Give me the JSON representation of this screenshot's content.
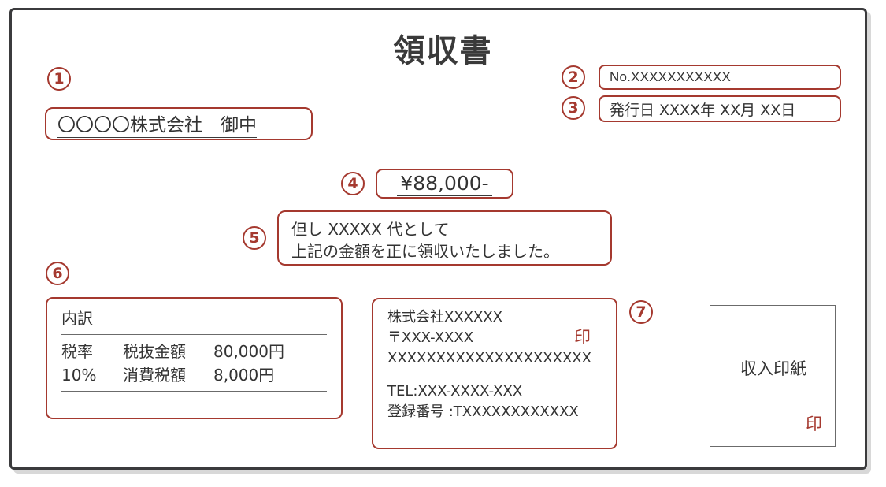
{
  "document": {
    "title": "領収書"
  },
  "markers": {
    "m1": "1",
    "m2": "2",
    "m3": "3",
    "m4": "4",
    "m5": "5",
    "m6": "6",
    "m7": "7"
  },
  "addressee": {
    "text": "〇〇〇〇株式会社　御中"
  },
  "receipt_no": {
    "text": "No.XXXXXXXXXXX"
  },
  "issue_date": {
    "text": "発行日 XXXX年 XX月 XX日"
  },
  "amount": {
    "text": "¥88,000-"
  },
  "purpose": {
    "line1": "但し XXXXX 代として",
    "line2": "上記の金額を正に領収いたしました。"
  },
  "breakdown": {
    "title": "内訳",
    "rows": [
      {
        "rate": "税率",
        "label": "税抜金額",
        "value": "80,000円"
      },
      {
        "rate": "10%",
        "label": "消費税額",
        "value": "8,000円"
      }
    ]
  },
  "issuer": {
    "company": "株式会社XXXXXX",
    "postal": "〒XXX-XXXX",
    "address": "XXXXXXXXXXXXXXXXXXXXX",
    "tel": "TEL:XXX-XXXX-XXX",
    "registration": "登録番号 :TXXXXXXXXXXXX",
    "seal": "印"
  },
  "revenue_stamp": {
    "label": "収入印紙",
    "seal": "印"
  },
  "colors": {
    "accent_red": "#a5392f",
    "frame_gray": "#3b3b3d",
    "text": "#333333"
  }
}
